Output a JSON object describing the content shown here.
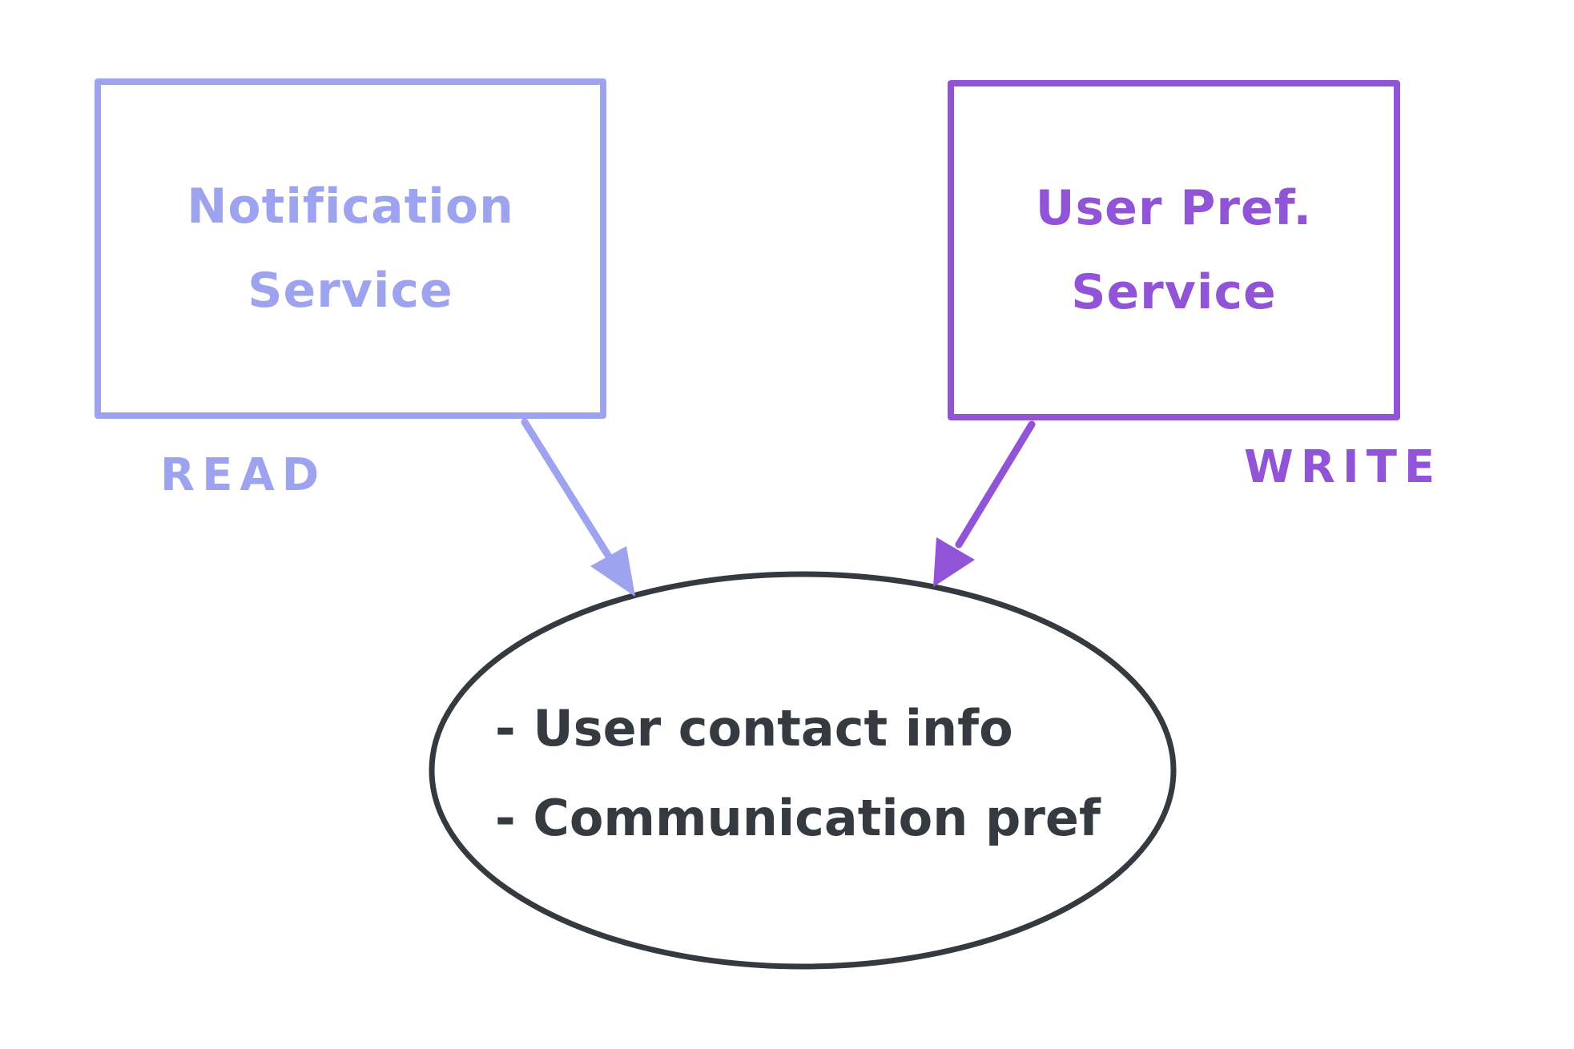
{
  "diagram": {
    "background_color": "#ffffff",
    "colors": {
      "periwinkle": "#9ea3f0",
      "purple": "#9254d6",
      "dark": "#343a40"
    },
    "nodes": {
      "notification_service": {
        "label": "Notification\nService",
        "access_label": "READ",
        "shape": "rectangle",
        "color": "#9ea3f0"
      },
      "user_pref_service": {
        "label": "User Pref.\nService",
        "access_label": "WRITE",
        "shape": "rectangle",
        "color": "#9254d6"
      },
      "datastore": {
        "shape": "ellipse",
        "color": "#343a40",
        "items": [
          "- User contact info",
          "- Communication pref"
        ]
      }
    },
    "arrows": [
      {
        "name": "notification-to-datastore",
        "from": "notification_service",
        "to": "datastore",
        "color": "#9ea3f0"
      },
      {
        "name": "user-pref-to-datastore",
        "from": "user_pref_service",
        "to": "datastore",
        "color": "#9254d6"
      }
    ]
  }
}
